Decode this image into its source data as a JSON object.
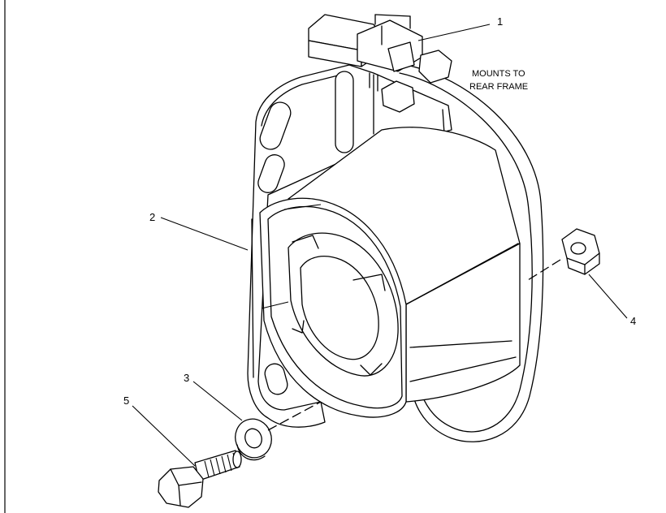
{
  "callouts": [
    {
      "id": "1",
      "label": "1"
    },
    {
      "id": "2",
      "label": "2"
    },
    {
      "id": "3",
      "label": "3"
    },
    {
      "id": "4",
      "label": "4"
    },
    {
      "id": "5",
      "label": "5"
    }
  ],
  "note": {
    "line1": "MOUNTS TO",
    "line2": "REAR FRAME"
  },
  "colors": {
    "ink": "#000000",
    "paper": "#ffffff"
  }
}
